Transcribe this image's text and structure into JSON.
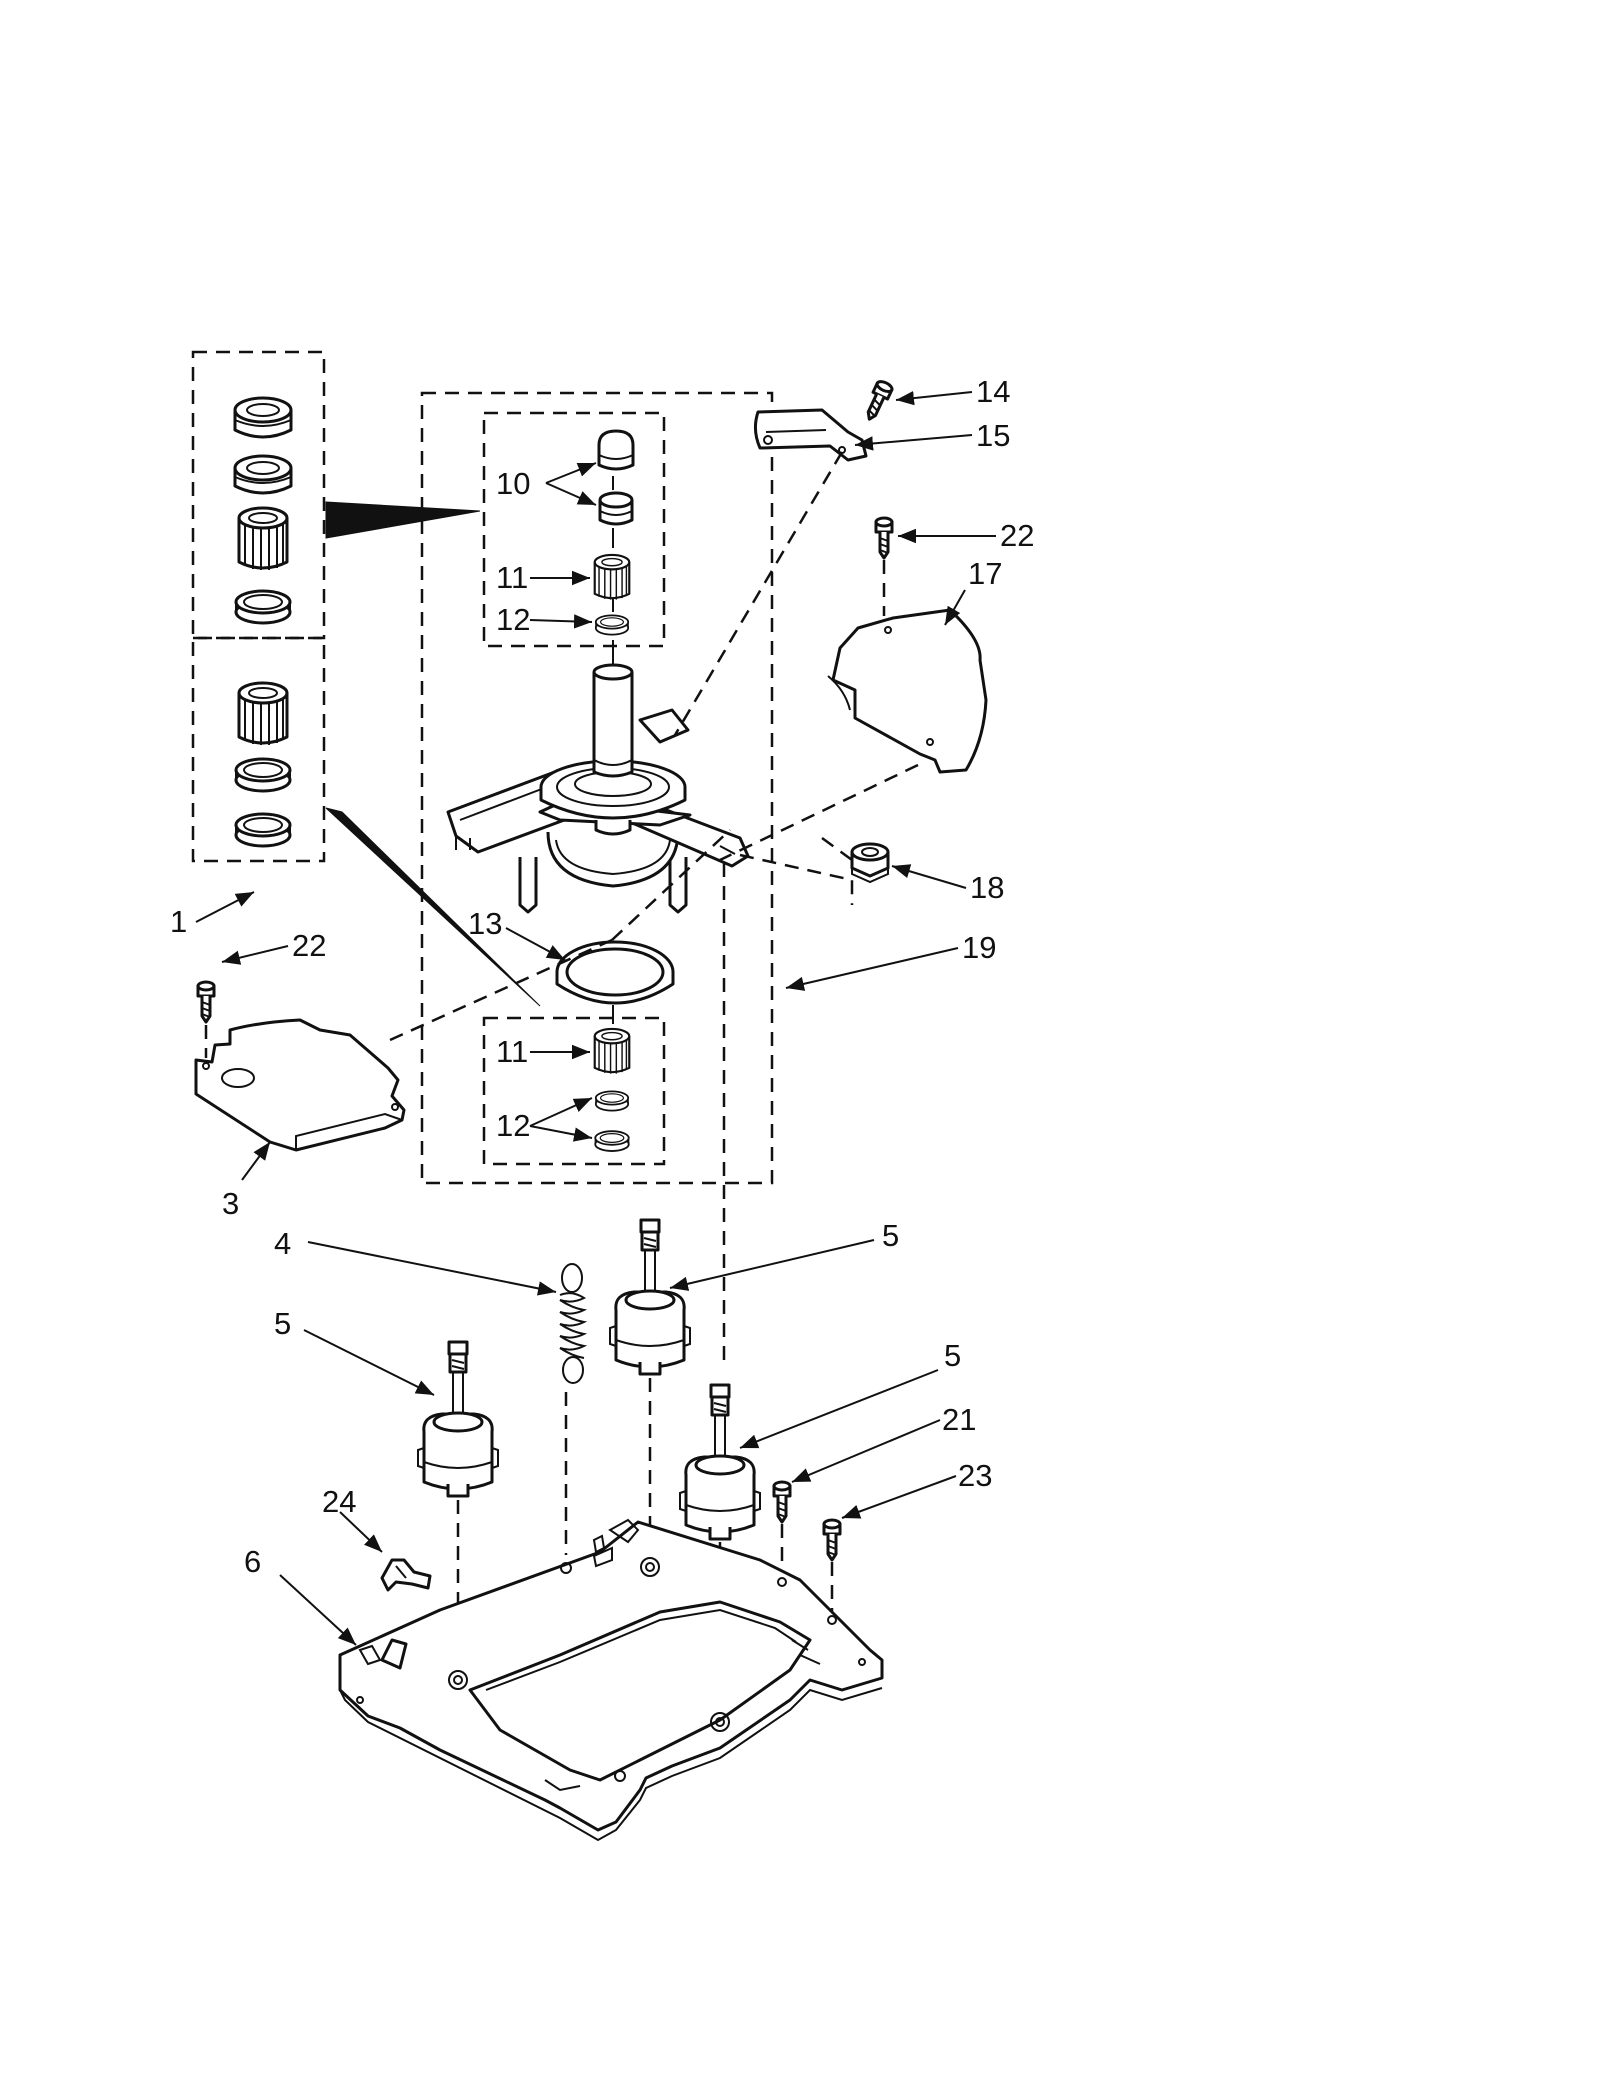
{
  "callouts": [
    {
      "id": "c14a",
      "text": "14"
    },
    {
      "id": "c15",
      "text": "15"
    },
    {
      "id": "c10",
      "text": "10"
    },
    {
      "id": "c22a",
      "text": "22"
    },
    {
      "id": "c17",
      "text": "17"
    },
    {
      "id": "c11a",
      "text": "11"
    },
    {
      "id": "c12a",
      "text": "12"
    },
    {
      "id": "c18",
      "text": "18"
    },
    {
      "id": "c19",
      "text": "19"
    },
    {
      "id": "c1",
      "text": "1"
    },
    {
      "id": "c22b",
      "text": "22"
    },
    {
      "id": "c13",
      "text": "13"
    },
    {
      "id": "c11b",
      "text": "11"
    },
    {
      "id": "c12b",
      "text": "12"
    },
    {
      "id": "c3",
      "text": "3"
    },
    {
      "id": "c4",
      "text": "4"
    },
    {
      "id": "c5a",
      "text": "5"
    },
    {
      "id": "c5b",
      "text": "5"
    },
    {
      "id": "c5c",
      "text": "5"
    },
    {
      "id": "c21",
      "text": "21"
    },
    {
      "id": "c23",
      "text": "23"
    },
    {
      "id": "c24",
      "text": "24"
    },
    {
      "id": "c6",
      "text": "6"
    }
  ]
}
